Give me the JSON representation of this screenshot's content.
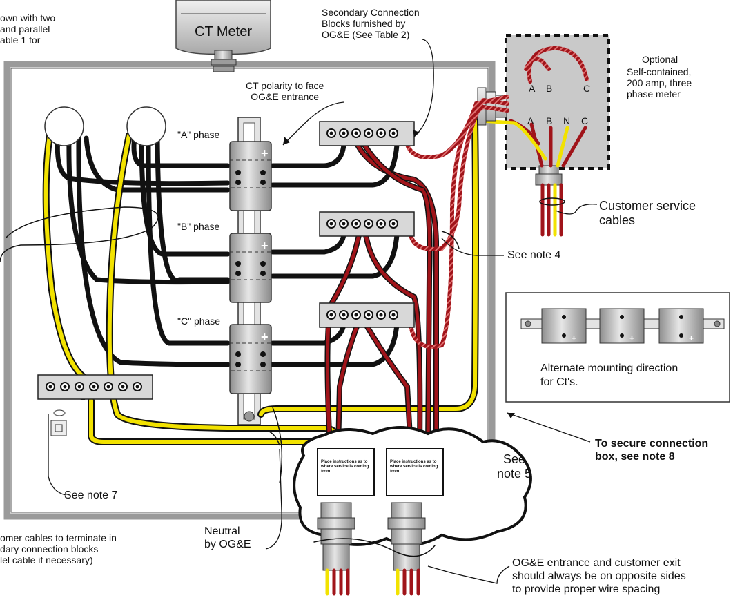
{
  "labels": {
    "top_left_note": [
      "own with two",
      "and parallel",
      "able 1 for"
    ],
    "ct_meter": "CT Meter",
    "secondary_blocks": [
      "Secondary Connection",
      "Blocks furnished by",
      "OG&E (See Table 2)"
    ],
    "ct_polarity": [
      "CT polarity to face",
      "OG&E entrance"
    ],
    "phase_a": "\"A\" phase",
    "phase_b": "\"B\" phase",
    "phase_c": "\"C\" phase",
    "optional_title": "Optional",
    "optional_desc": [
      "Self-contained,",
      "200 amp, three",
      "phase meter"
    ],
    "meter_top_terminals": [
      "A",
      "B",
      "C"
    ],
    "meter_bottom_terminals": [
      "A",
      "B",
      "N",
      "C"
    ],
    "customer_service": [
      "Customer service",
      "cables"
    ],
    "see_note_4": "See note 4",
    "alternate_mounting": [
      "Alternate mounting direction",
      "for Ct's."
    ],
    "secure_box": [
      "To secure connection",
      "box, see note 8"
    ],
    "see_note_5": [
      "See",
      "note 5"
    ],
    "see_note_7": "See note 7",
    "neutral": [
      "Neutral",
      "by OG&E"
    ],
    "bottom_left_note": [
      "omer cables to terminate in",
      "dary connection blocks",
      "lel cable if necessary)"
    ],
    "entrance_note": [
      "OG&E entrance and customer exit",
      "should always be on opposite sides",
      "to provide proper wire spacing"
    ],
    "instruction_tag": "Place instructions as to where service is coming from."
  },
  "colors": {
    "box_border": "#9a9a9a",
    "black_cable": "#111111",
    "yellow_cable": "#f2e200",
    "red_cable": "#a0141a",
    "ct_body": "#b8b8b8",
    "block_fill": "#d8d8d8"
  }
}
